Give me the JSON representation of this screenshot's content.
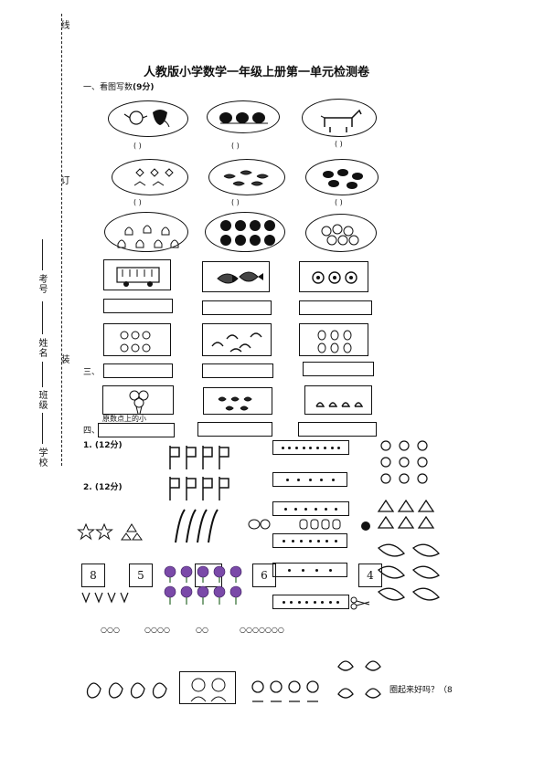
{
  "binding": {
    "line": "线",
    "staple": "订",
    "bind": "装",
    "fields": [
      "学校",
      "班级",
      "姓名",
      "考号"
    ]
  },
  "title": "人教版小学数学一年级上册第一单元检测卷",
  "section1": {
    "label": "一、看图写数",
    "points": "(9分)",
    "paren": "( )"
  },
  "section3": {
    "label": "三、"
  },
  "section4": {
    "label": "四、",
    "partial": "原数点上的小"
  },
  "q1": {
    "number": "1.",
    "points": "(12分)"
  },
  "q2": {
    "number": "2.",
    "points": "(12分)"
  },
  "number_boxes": [
    "8",
    "5",
    "6",
    "4"
  ],
  "circles_row": [
    "○○○",
    "○○○○",
    "○○",
    "○○○○○○○"
  ],
  "bottom_text": "圈起来好吗？（8",
  "colors": {
    "ink": "#111111",
    "flower": "#7a4aa8"
  }
}
